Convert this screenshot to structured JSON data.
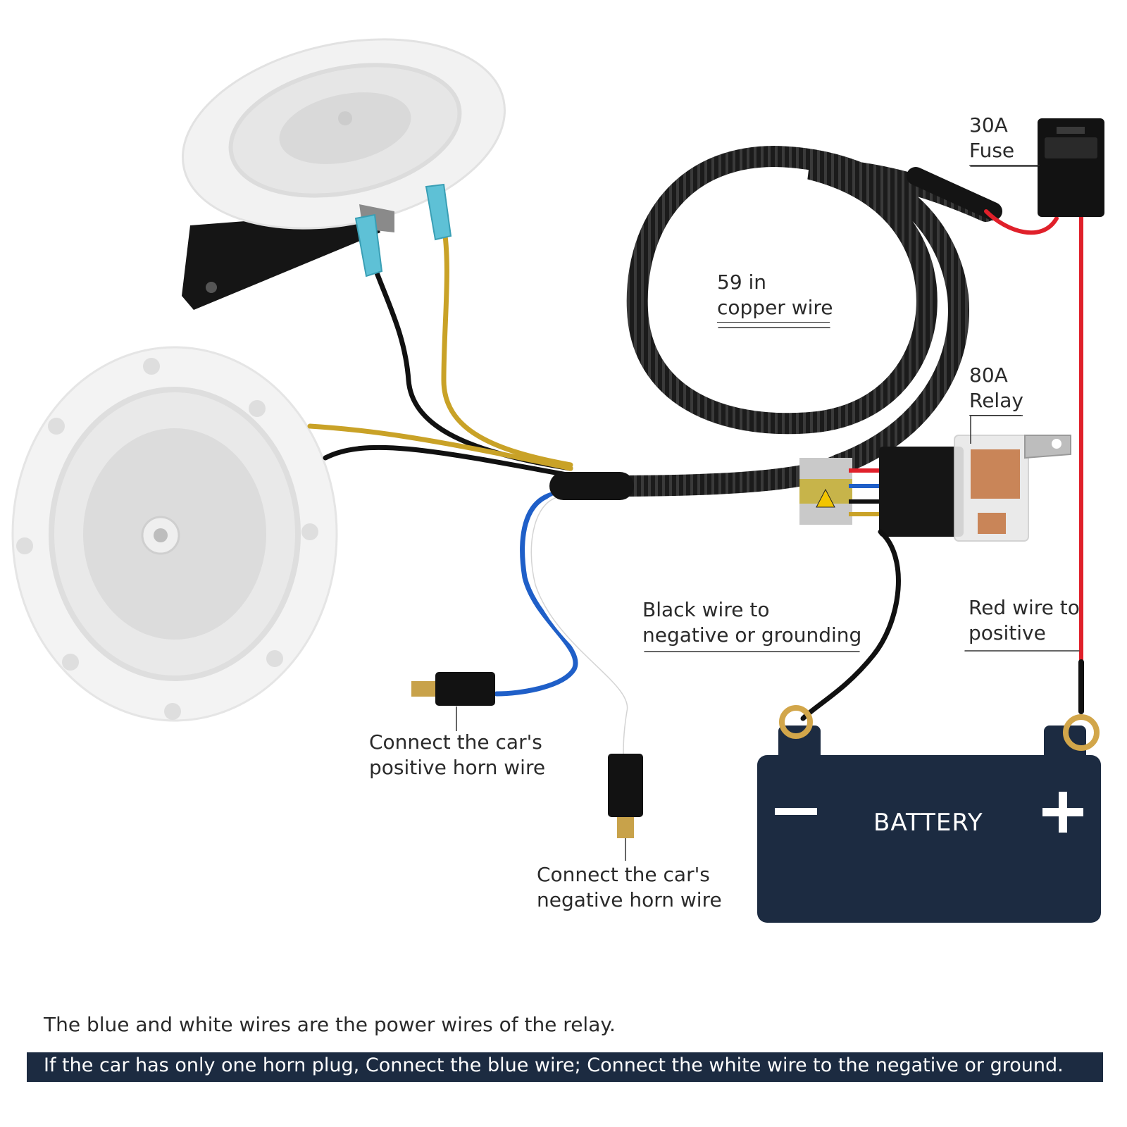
{
  "labels": {
    "fuse": [
      "30A",
      "Fuse"
    ],
    "copper_wire": [
      "59 in",
      "copper wire"
    ],
    "relay": [
      "80A",
      "Relay"
    ],
    "black_wire": [
      "Black wire to",
      "negative or grounding"
    ],
    "red_wire": [
      "Red wire to",
      "positive"
    ],
    "positive_horn": [
      "Connect the car's",
      "positive horn wire"
    ],
    "negative_horn": [
      "Connect the car's",
      "negative horn wire"
    ]
  },
  "battery": {
    "label": "BATTERY",
    "minus": "—",
    "plus": "+"
  },
  "notes": {
    "line1": "The blue and white wires are the power wires of the relay.",
    "line2": "If the car has only one horn plug, Connect the blue wire; Connect the white wire to the negative or ground."
  },
  "colors": {
    "battery": "#1c2b41",
    "red_wire": "#e0202a",
    "yellow_wire": "#c9a227",
    "blue_wire": "#1f5fc8",
    "black_wire": "#111111",
    "banner": "#1c2b41"
  }
}
